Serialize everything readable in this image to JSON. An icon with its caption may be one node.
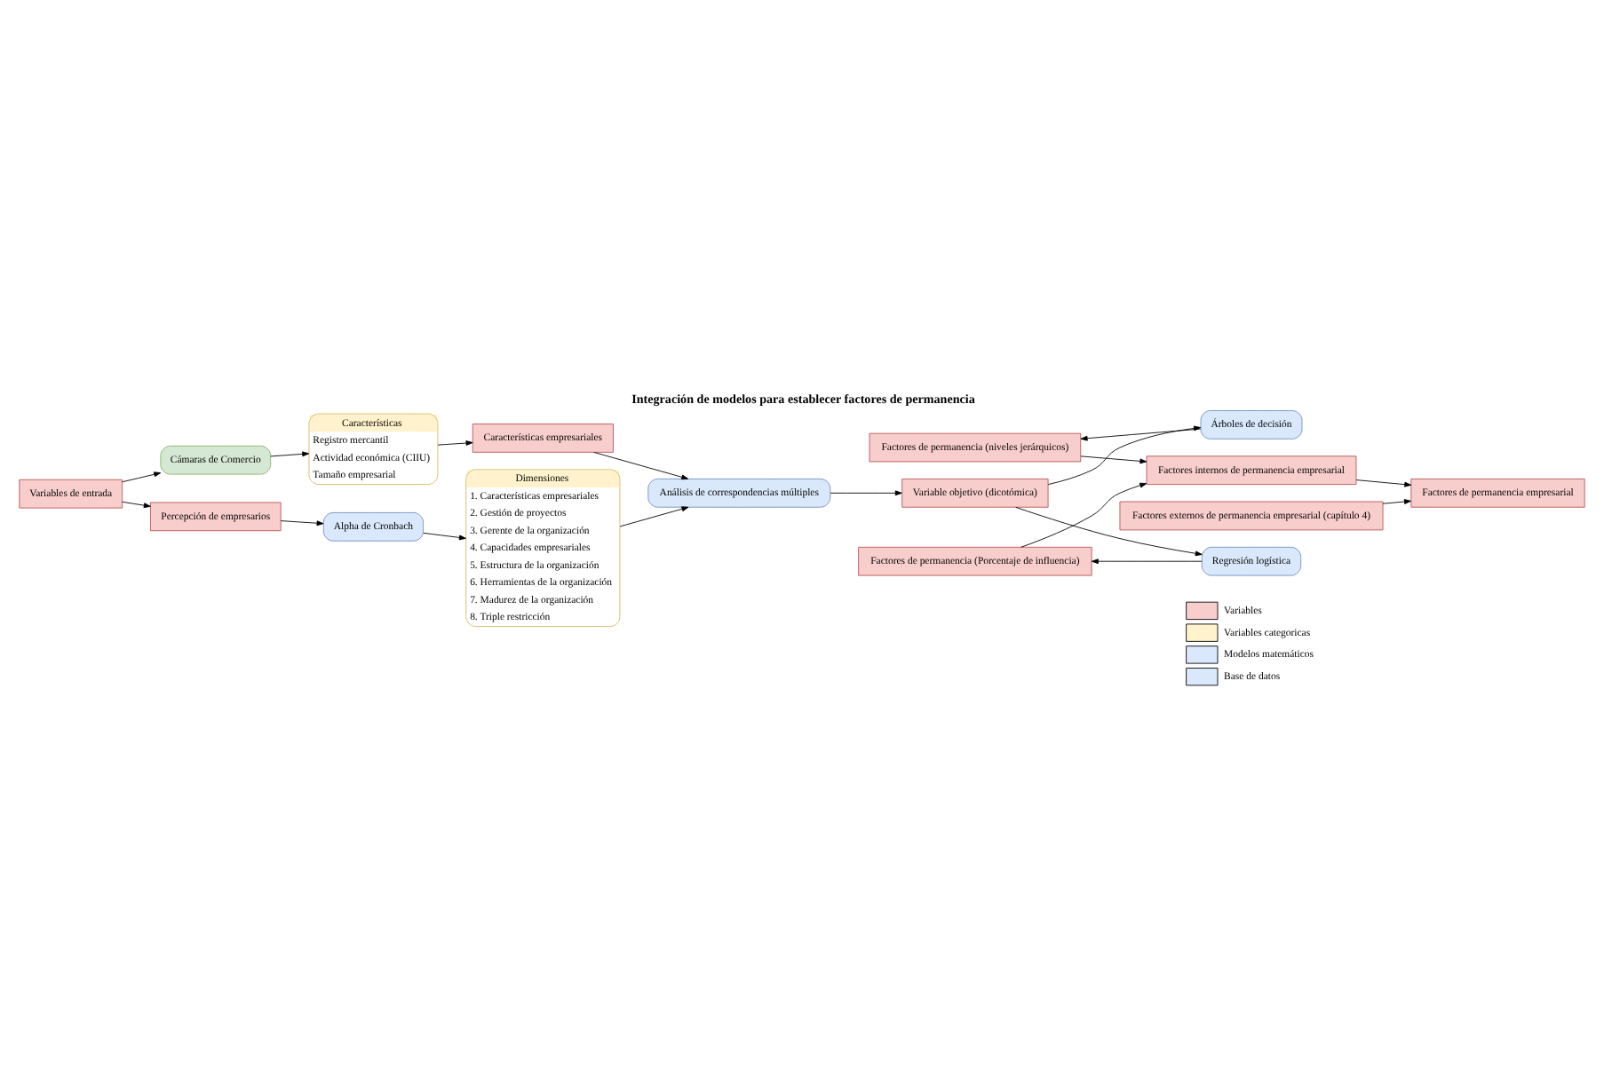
{
  "diagram": {
    "title": "Integración de modelos para establecer factores de permanencia",
    "nodes": [
      {
        "text": [
          "Cámaras de Comercio"
        ]
      },
      {
        "text": [
          "Características",
          "Registro mercantil",
          "Actividad económica (CIIU)",
          "Tamaño empresarial"
        ]
      },
      {
        "text": [
          "Características empresariales"
        ]
      },
      {
        "text": [
          "Análisis de correspondencias múltiples"
        ]
      },
      {
        "text": [
          "Variables de entrada"
        ]
      },
      {
        "text": [
          "Percepción de empresarios"
        ]
      },
      {
        "text": [
          "Alpha de Cronbach"
        ]
      },
      {
        "text": [
          "Dimensiones",
          "1. Características empresariales",
          "2. Gestión de proyectos",
          "3. Gerente de la organización",
          "4. Capacidades empresariales",
          "5. Estructura de la organización",
          "6. Herramientas de la organización",
          "7. Madurez de la organización",
          "8. Triple restricción"
        ]
      },
      {
        "text": [
          "Factores de permanencia (niveles jerárquicos)"
        ]
      },
      {
        "text": [
          "Árboles de decisión"
        ]
      },
      {
        "text": [
          "Variable objetivo (dicotómica)"
        ]
      },
      {
        "text": [
          "Regresión logística"
        ]
      },
      {
        "text": [
          "Factores de permanencia (Porcentaje de influencia)"
        ]
      },
      {
        "text": [
          "Factores externos de permanencia empresarial (capítulo 4)"
        ]
      },
      {
        "text": [
          "Factores internos de permanencia empresarial"
        ]
      },
      {
        "text": [
          "Factores de permanencia empresarial"
        ]
      }
    ],
    "edges": [
      {
        "from": 0,
        "to": 1,
        "arrow": "to"
      },
      {
        "from": 1,
        "to": 2,
        "arrow": "to"
      },
      {
        "from": 2,
        "to": 3,
        "arrow": "to"
      },
      {
        "from": 7,
        "to": 3,
        "arrow": "to"
      },
      {
        "from": 4,
        "to": 0,
        "arrow": "to"
      },
      {
        "from": 4,
        "to": 5,
        "arrow": "to"
      },
      {
        "from": 5,
        "to": 6,
        "arrow": "to"
      },
      {
        "from": 6,
        "to": 7,
        "arrow": "to"
      },
      {
        "from": 3,
        "to": 10,
        "arrow": "to"
      },
      {
        "from": 10,
        "to": 9,
        "arrow": "to"
      },
      {
        "from": 9,
        "to": 8,
        "arrow": "to"
      },
      {
        "from": 10,
        "to": 11,
        "arrow": "to"
      },
      {
        "from": 11,
        "to": 12,
        "arrow": "to"
      },
      {
        "from": 8,
        "to": 14,
        "arrow": "to"
      },
      {
        "from": 12,
        "to": 14,
        "arrow": "to"
      },
      {
        "from": 13,
        "to": 15,
        "arrow": "to"
      },
      {
        "from": 14,
        "to": 15,
        "arrow": "to"
      }
    ],
    "legend": [
      {
        "text": "Variables",
        "color": "#f8cecc"
      },
      {
        "text": "Variables categoricas",
        "color": "#fff2cc"
      },
      {
        "text": "Modelos matemáticos",
        "color": "#dae8fc"
      },
      {
        "text": "Base de datos",
        "color": "#dae8fc"
      }
    ]
  }
}
